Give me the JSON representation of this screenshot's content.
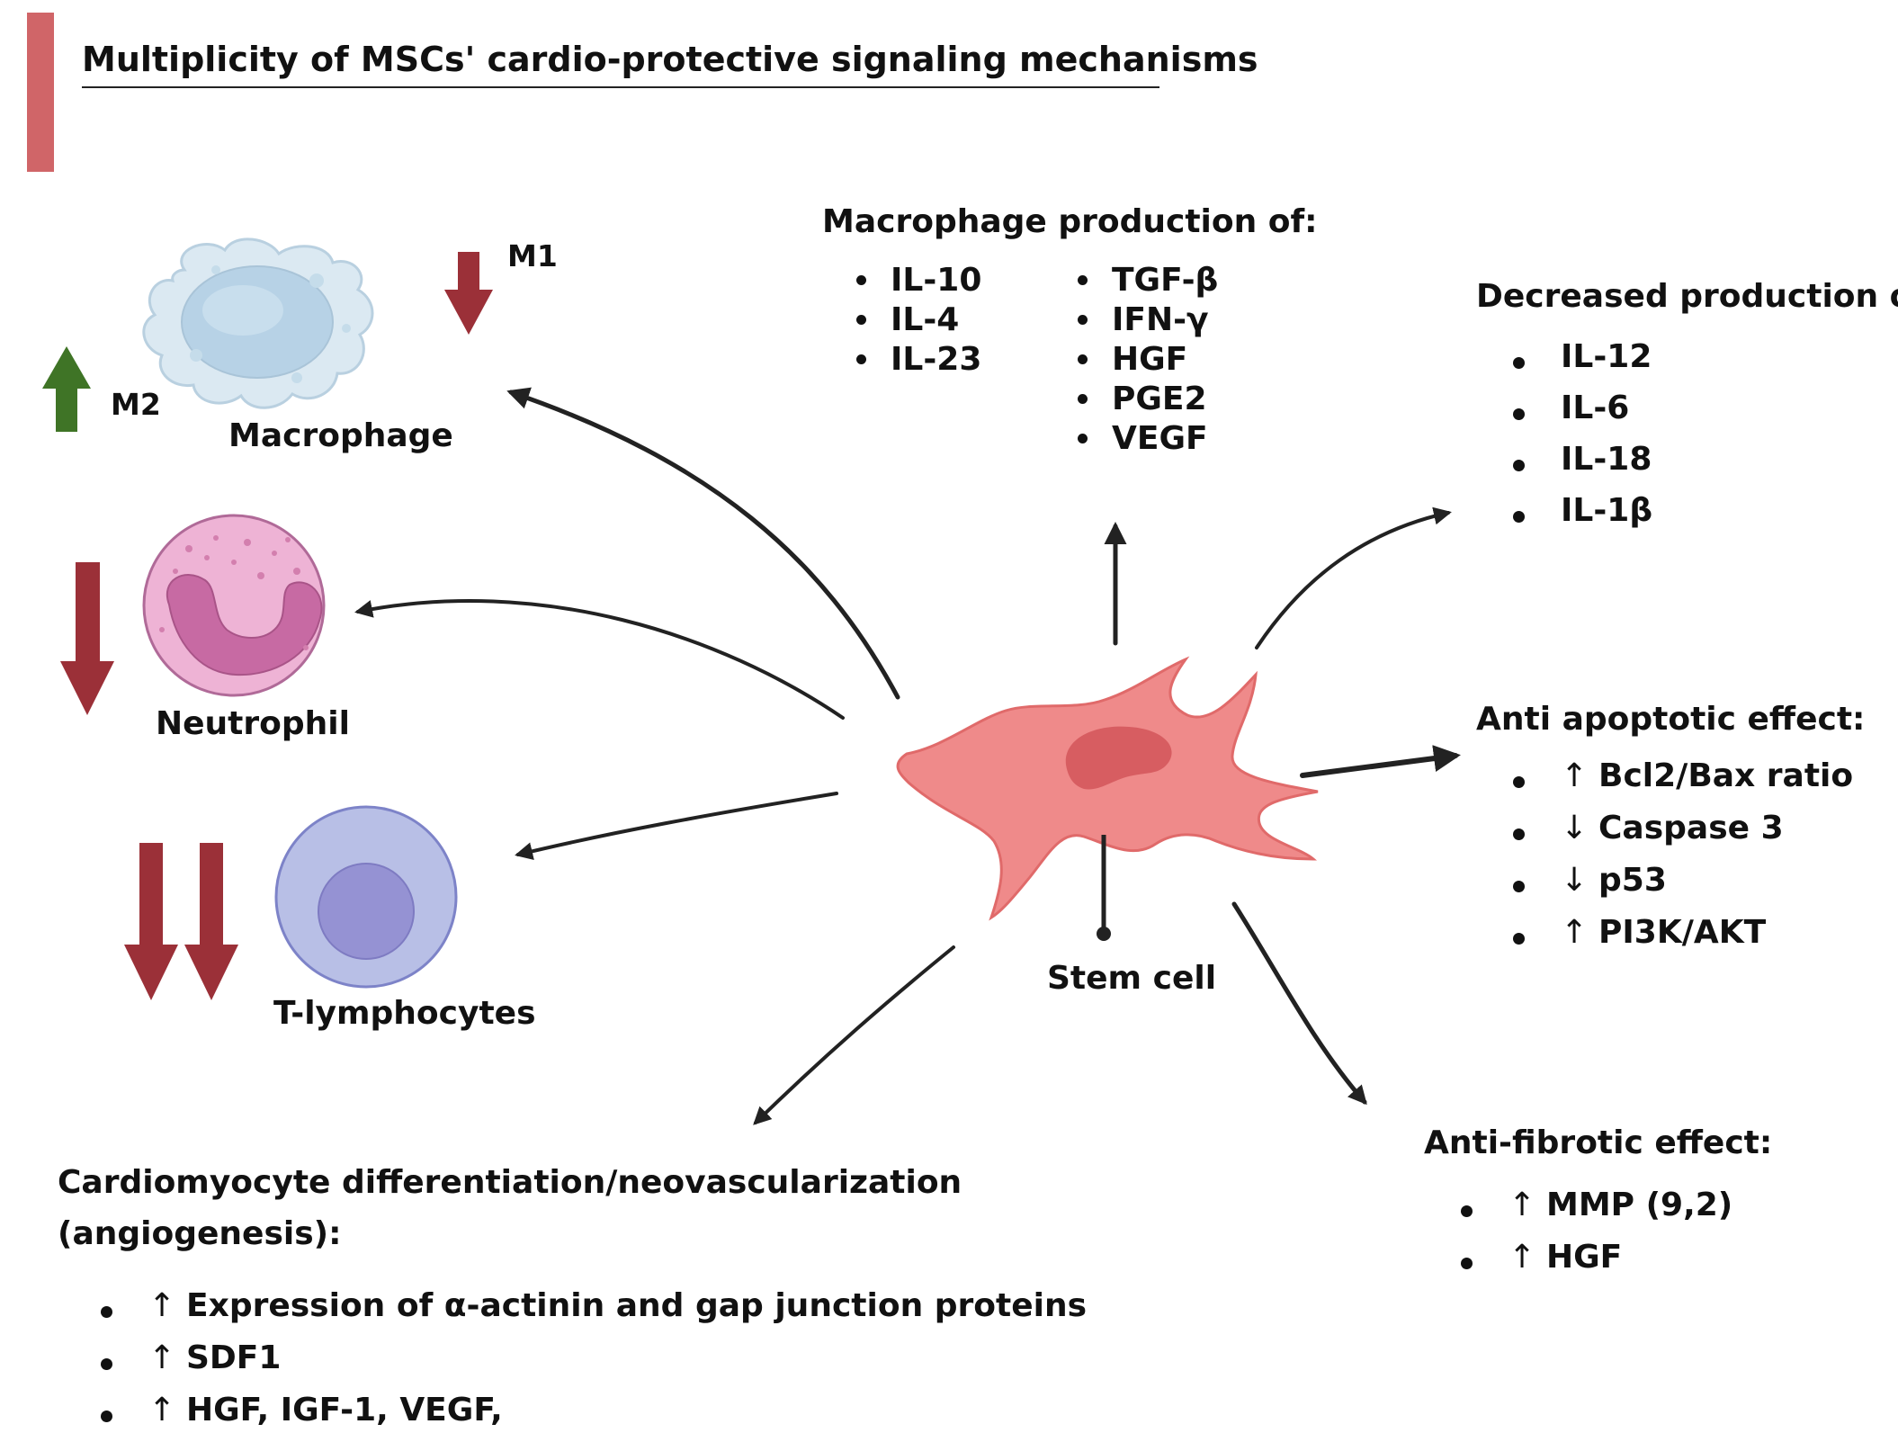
{
  "title": "Multiplicity of MSCs' cardio-protective signaling mechanisms",
  "colors": {
    "accent_bar": "#d06568",
    "decrease_arrow": "#9b3038",
    "increase_arrow": "#3f7426",
    "stem_cell": "#ef8a8a",
    "stem_nucleus": "#d75d61",
    "macrophage": "#dbe9f2",
    "neutrophil": "#eeb3d5",
    "neutrophil_nucleus": "#c76aa3",
    "lymphocyte": "#b8bfe6",
    "lymphocyte_nucleus": "#9592d3"
  },
  "cells": {
    "macrophage": "Macrophage",
    "neutrophil": "Neutrophil",
    "t_lymphocytes": "T-lymphocytes",
    "stem_cell": "Stem cell",
    "m1_label": "M1",
    "m2_label": "M2"
  },
  "macrophage_production": {
    "heading": "Macrophage production of:",
    "col1": [
      "IL-10",
      "IL-4",
      "IL-23"
    ],
    "col2": [
      "TGF-β",
      "IFN-γ",
      "HGF",
      "PGE2",
      "VEGF"
    ]
  },
  "decreased_production": {
    "heading": "Decreased production of:",
    "items": [
      "IL-12",
      "IL-6",
      "IL-18",
      "IL-1β"
    ]
  },
  "anti_apoptotic": {
    "heading": "Anti apoptotic effect:",
    "items": [
      {
        "arrow": "↑",
        "text": "Bcl2/Bax ratio"
      },
      {
        "arrow": "↓",
        "text": "Caspase 3"
      },
      {
        "arrow": "↓",
        "text": "p53"
      },
      {
        "arrow": "↑",
        "text": "PI3K/AKT"
      }
    ]
  },
  "anti_fibrotic": {
    "heading": "Anti-fibrotic effect:",
    "items": [
      {
        "arrow": "↑",
        "text": "MMP (9,2)"
      },
      {
        "arrow": "↑",
        "text": "HGF"
      }
    ]
  },
  "cardiomyocyte": {
    "heading_line1": "Cardiomyocyte differentiation/neovascularization",
    "heading_line2": "(angiogenesis):",
    "items": [
      {
        "arrow": "↑",
        "text": "Expression of α-actinin and gap junction proteins"
      },
      {
        "arrow": "↑",
        "text": "SDF1"
      },
      {
        "arrow": "↑",
        "text": "HGF, IGF-1, VEGF,"
      }
    ]
  }
}
